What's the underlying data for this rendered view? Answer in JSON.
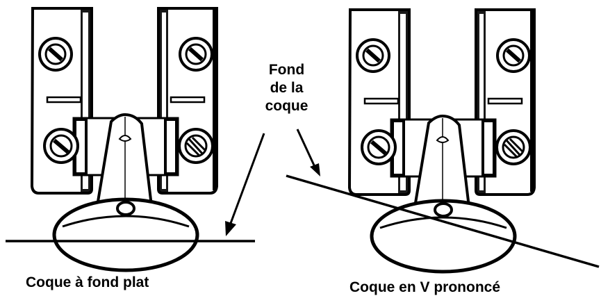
{
  "callout": {
    "lines": [
      "Fond",
      "de la",
      "coque"
    ]
  },
  "captions": {
    "flat": "Coque à fond plat",
    "v": "Coque en V prononcé"
  }
}
